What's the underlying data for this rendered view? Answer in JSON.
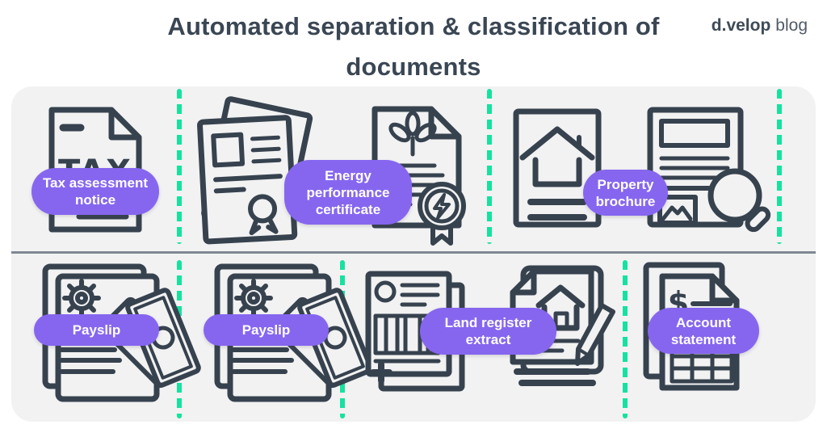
{
  "title": "Automated separation & classification of documents",
  "logo": {
    "brand": "d.velop",
    "suffix": "blog"
  },
  "rows": [
    {
      "groups": [
        {
          "label": "Tax assessment notice",
          "icons": [
            "tax-document"
          ]
        },
        {
          "label": "Energy performance certificate",
          "icons": [
            "stacked-certificate",
            "energy-certificate-seal"
          ]
        },
        {
          "label": "Property brochure",
          "icons": [
            "house-flyer",
            "brochure-with-magnifier"
          ]
        }
      ]
    },
    {
      "groups": [
        {
          "label": "Payslip",
          "icons": [
            "payslip-with-banknotes"
          ]
        },
        {
          "label": "Payslip",
          "icons": [
            "payslip-with-banknotes"
          ]
        },
        {
          "label": "Land register extract",
          "icons": [
            "register-table-document",
            "house-deed-with-pencil"
          ]
        },
        {
          "label": "Account statement",
          "icons": [
            "dollar-statement-document"
          ]
        }
      ]
    }
  ],
  "colors": {
    "label_pill": "#8666ef",
    "separator_green": "#15e2a0",
    "icon_outline": "#37424f",
    "panel_background": "#f2f2f2",
    "title_text": "#3a4653"
  }
}
